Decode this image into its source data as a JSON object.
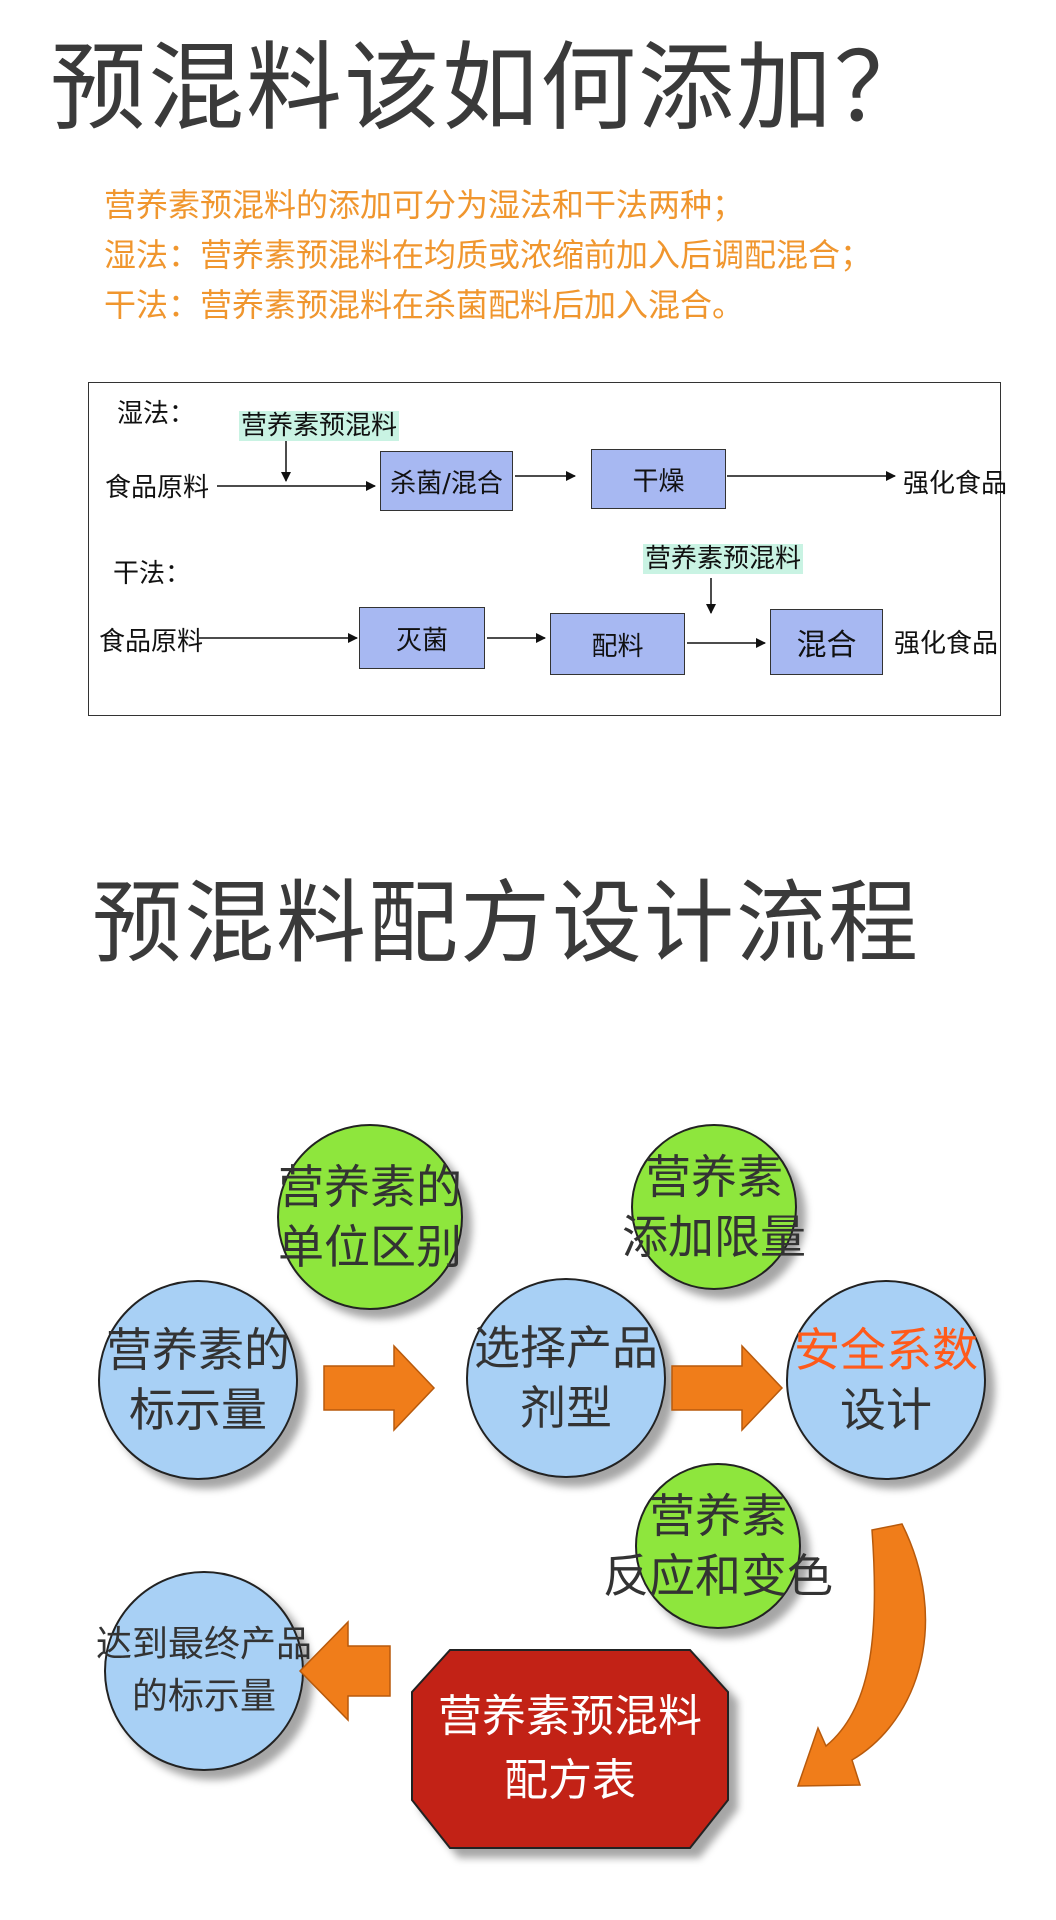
{
  "title": "预混料该如何添加？",
  "intro": {
    "line1": "营养素预混料的添加可分为湿法和干法两种；",
    "line2": "湿法：营养素预混料在均质或浓缩前加入后调配混合；",
    "line3": "干法：营养素预混料在杀菌配料后加入混合。"
  },
  "flow": {
    "wet": {
      "label": "湿法：",
      "premix": "营养素预混料",
      "raw": "食品原料",
      "step1": "杀菌/混合",
      "step2": "干燥",
      "output": "强化食品"
    },
    "dry": {
      "label": "干法：",
      "premix": "营养素预混料",
      "raw": "食品原料",
      "step1": "灭菌",
      "step2": "配料",
      "step3": "混合",
      "output": "强化食品"
    }
  },
  "title2": "预混料配方设计流程",
  "design": {
    "unit_diff": [
      "营养素的",
      "单位区别"
    ],
    "add_limit": [
      "营养素",
      "添加限量"
    ],
    "label_amount": [
      "营养素的",
      "标示量"
    ],
    "dosage_form": [
      "选择产品",
      "剂型"
    ],
    "safety": [
      "安全系数",
      "设计"
    ],
    "reaction": [
      "营养素",
      "反应和变色"
    ],
    "final_label": [
      "达到最终产品",
      "的标示量"
    ],
    "formula_table": [
      "营养素预混料",
      "配方表"
    ]
  },
  "colors": {
    "title": "#3a3a3a",
    "intro": "#f0962e",
    "flow_box": "#a7b8f2",
    "premix_highlight": "#c9f3e3",
    "green_circle": "#8ee63c",
    "blue_circle": "#a8d0f5",
    "arrow": "#f07d1a",
    "octagon": "#c22118",
    "safety_text": "#ff5a1a"
  }
}
